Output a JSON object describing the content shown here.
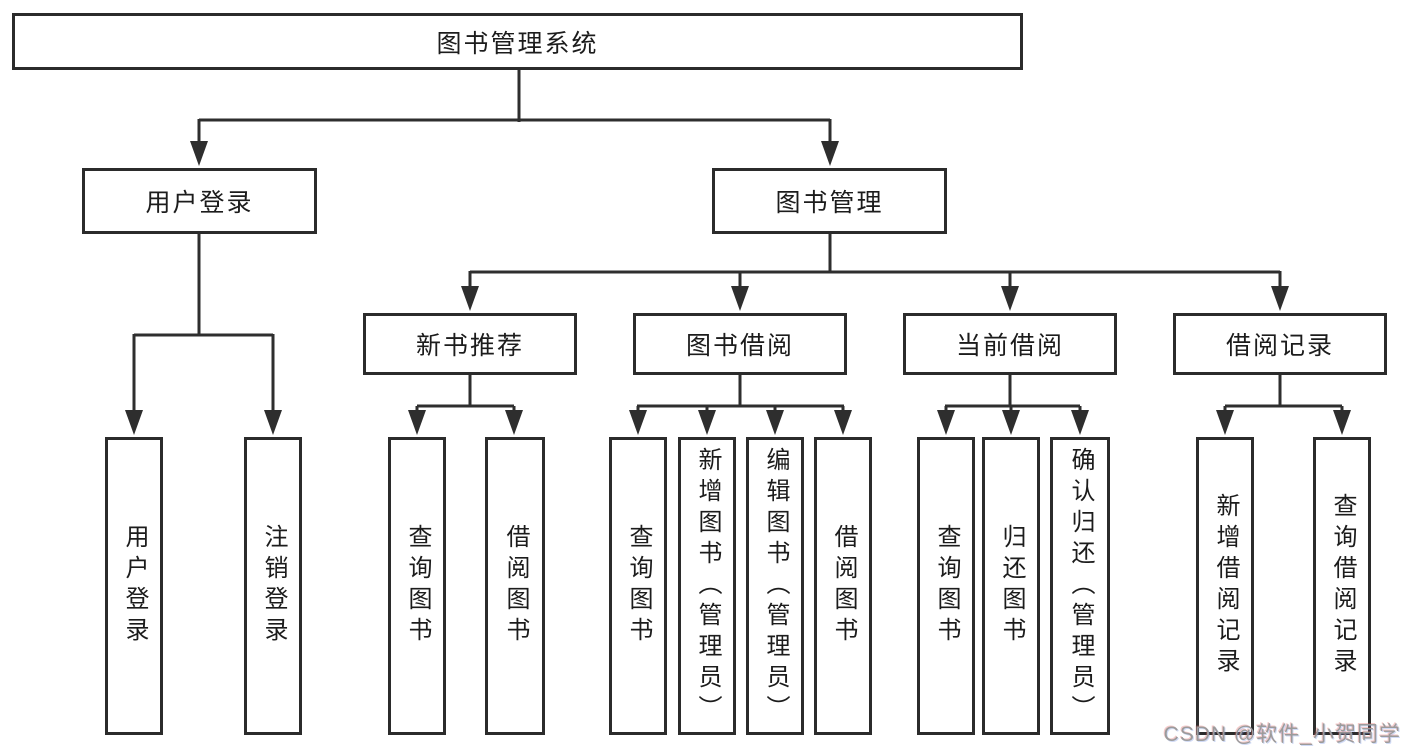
{
  "tree": {
    "root": {
      "label": "图书管理系统"
    },
    "user_login": {
      "label": "用户登录",
      "children": [
        "用户登录",
        "注销登录"
      ]
    },
    "book_mgmt": {
      "label": "图书管理",
      "sections": [
        {
          "label": "新书推荐",
          "children": [
            "查询图书",
            "借阅图书"
          ]
        },
        {
          "label": "图书借阅",
          "children": [
            "查询图书",
            "新增图书（管理员）",
            "编辑图书（管理员）",
            "借阅图书"
          ]
        },
        {
          "label": "当前借阅",
          "children": [
            "查询图书",
            "归还图书",
            "确认归还（管理员）"
          ]
        },
        {
          "label": "借阅记录",
          "children": [
            "新增借阅记录",
            "查询借阅记录"
          ]
        }
      ]
    }
  },
  "watermark": "CSDN @软件_小贺同学",
  "colors": {
    "line": "#2e2e2e",
    "border": "#2b2b2b",
    "text": "#1c1c1c",
    "watermark": "#9b9b9b",
    "background": "#ffffff"
  }
}
